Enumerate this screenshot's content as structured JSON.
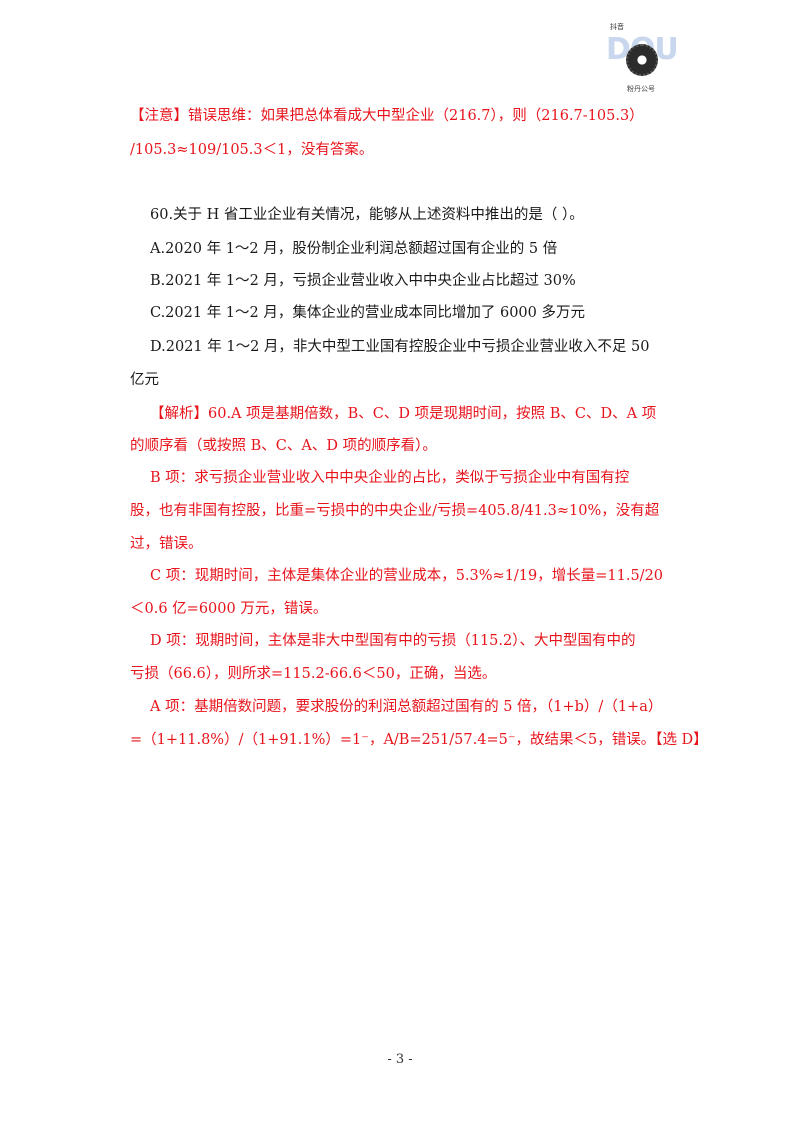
{
  "logo": {
    "brand": "抖音",
    "letters": "DOU",
    "caption": "粉丹公号"
  },
  "note": {
    "line1": "【注意】错误思维：如果把总体看成大中型企业（216.7），则（216.7-105.3）",
    "line2": "/105.3≈109/105.3＜1，没有答案。"
  },
  "question": {
    "stem": "60.关于 H 省工业企业有关情况，能够从上述资料中推出的是（    ）。",
    "option_a": "A.2020 年 1～2 月，股份制企业利润总额超过国有企业的 5 倍",
    "option_b": "B.2021 年 1～2 月，亏损企业营业收入中中央企业占比超过 30%",
    "option_c": "C.2021 年 1～2 月，集体企业的营业成本同比增加了 6000 多万元",
    "option_d_line1": "D.2021 年 1～2 月，非大中型工业国有控股企业中亏损企业营业收入不足 50",
    "option_d_line2": "亿元"
  },
  "analysis": {
    "intro_line1": "【解析】60.A 项是基期倍数，B、C、D 项是现期时间，按照 B、C、D、A 项",
    "intro_line2": "的顺序看（或按照 B、C、A、D 项的顺序看）。",
    "b_line1": "B 项：求亏损企业营业收入中中央企业的占比，类似于亏损企业中有国有控",
    "b_line2": "股，也有非国有控股，比重=亏损中的中央企业/亏损=405.8/41.3≈10%，没有超",
    "b_line3": "过，错误。",
    "c_line1": "C 项：现期时间，主体是集体企业的营业成本，5.3%≈1/19，增长量=11.5/20",
    "c_line2": "＜0.6 亿=6000 万元，错误。",
    "d_line1": "D 项：现期时间，主体是非大中型国有中的亏损（115.2）、大中型国有中的",
    "d_line2": "亏损（66.6），则所求=115.2-66.6＜50，正确，当选。",
    "a_line1": "A 项：基期倍数问题，要求股份的利润总额超过国有的 5 倍，（1+b）/（1+a）",
    "a_line2": "=（1+11.8%）/（1+91.1%）=1⁻，A/B=251/57.4=5⁻，故结果＜5，错误。【选 D】"
  },
  "footer": {
    "page_number": "- 3 -"
  }
}
